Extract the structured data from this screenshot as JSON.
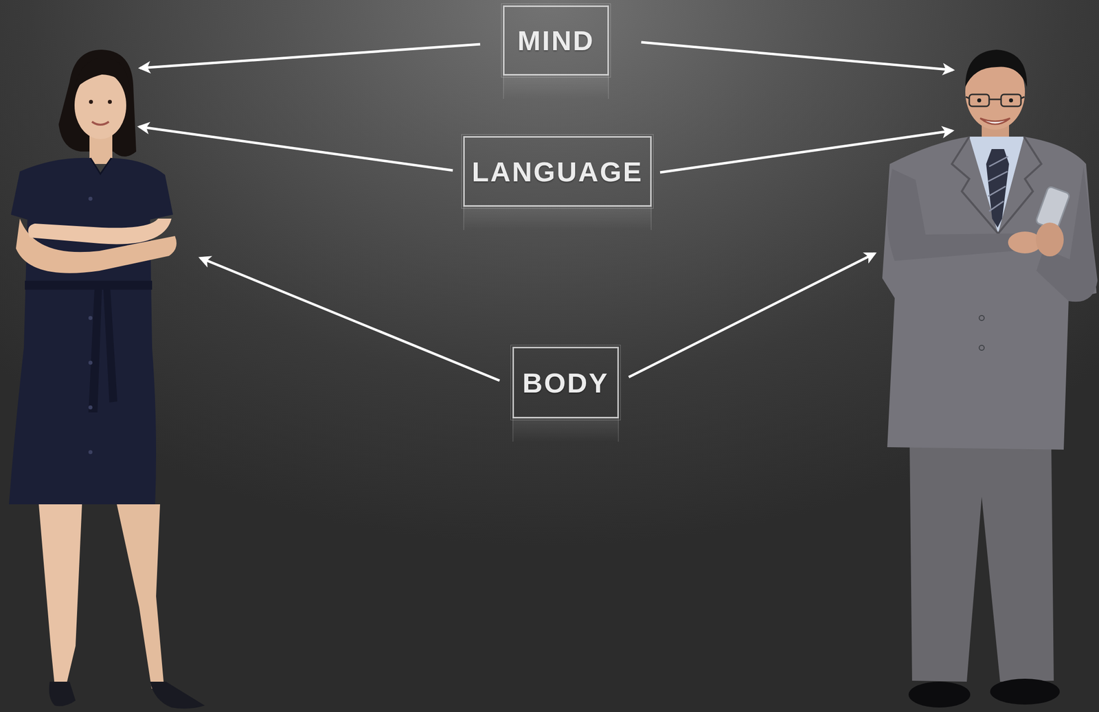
{
  "diagram": {
    "nodes": [
      {
        "text": [
          "MIND"
        ]
      },
      {
        "text": [
          "LANGUAGE"
        ]
      },
      {
        "text": [
          "BODY"
        ]
      }
    ]
  }
}
